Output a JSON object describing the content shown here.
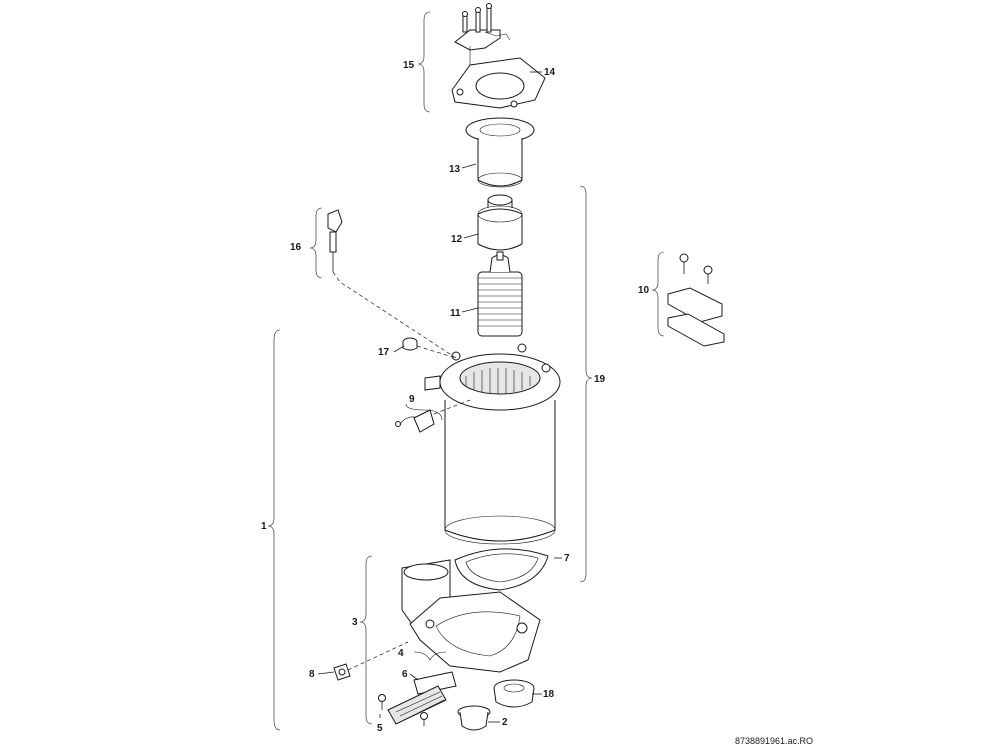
{
  "diagram": {
    "reference": "8738891961.ac.RO",
    "callouts": [
      "1",
      "2",
      "3",
      "4",
      "5",
      "6",
      "7",
      "8",
      "9",
      "10",
      "11",
      "12",
      "13",
      "14",
      "15",
      "16",
      "17",
      "18",
      "19"
    ],
    "parts": {
      "electrode_assembly": "15",
      "flange_gasket": "14",
      "burner_ring": "13",
      "burner_cap": "12",
      "flame_tube": "11",
      "bracket_kit": "10",
      "sensor": "16",
      "nut": "17",
      "ignition_cable": "9",
      "heat_exchanger": "19",
      "seal_ring": "7",
      "tank_assembly": "1",
      "base_cover": "3",
      "filter_kit": "4",
      "screw": "5",
      "filter": "6",
      "drain_clip": "8",
      "cap": "2",
      "bushing": "18"
    }
  }
}
